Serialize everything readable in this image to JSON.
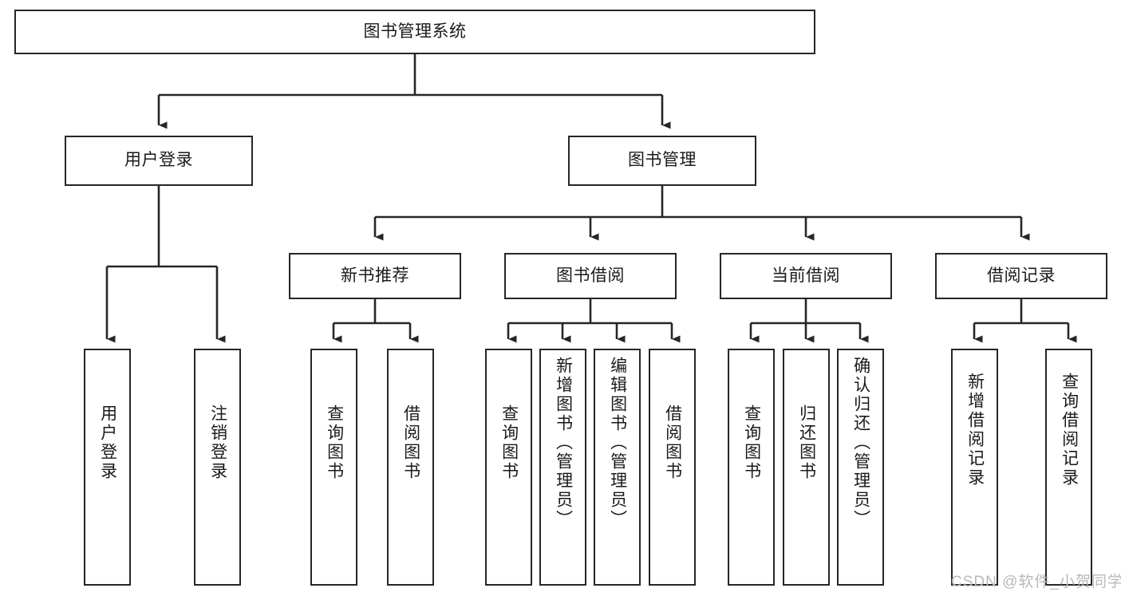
{
  "diagram": {
    "type": "tree-hierarchy",
    "title": "图书管理系统",
    "orientation": "top-down",
    "colors": {
      "stroke": "#262626",
      "box_fill": "#ffffff",
      "text": "#1a1a1a",
      "watermark": "#b9b9b9",
      "background": "#ffffff"
    },
    "root": {
      "label": "图书管理系统"
    },
    "level1": [
      {
        "label": "用户登录"
      },
      {
        "label": "图书管理"
      }
    ],
    "level2": [
      {
        "label": "新书推荐"
      },
      {
        "label": "图书借阅"
      },
      {
        "label": "当前借阅"
      },
      {
        "label": "借阅记录"
      }
    ],
    "leaves": {
      "user_login": [
        {
          "label": "用户登录"
        },
        {
          "label": "注销登录"
        }
      ],
      "new_book_recommend": [
        {
          "label": "查询图书"
        },
        {
          "label": "借阅图书"
        }
      ],
      "book_borrow": [
        {
          "label": "查询图书"
        },
        {
          "label": "新增图书（管理员）"
        },
        {
          "label": "编辑图书（管理员）"
        },
        {
          "label": "借阅图书"
        }
      ],
      "current_borrow": [
        {
          "label": "查询图书"
        },
        {
          "label": "归还图书"
        },
        {
          "label": "确认归还（管理员）"
        }
      ],
      "borrow_record": [
        {
          "label": "新增借阅记录"
        },
        {
          "label": "查询借阅记录"
        }
      ]
    }
  },
  "watermark": {
    "text": "CSDN @软件_小贺同学"
  }
}
